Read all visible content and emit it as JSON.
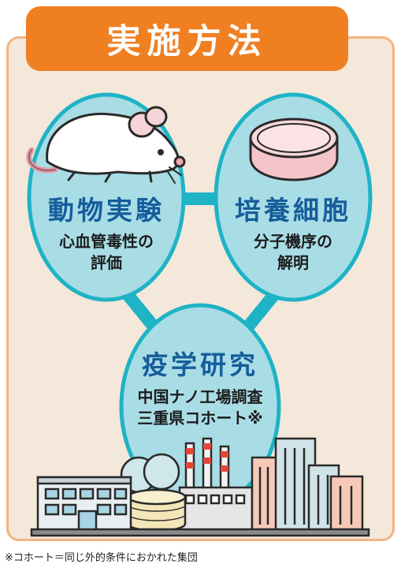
{
  "title": "実施方法",
  "nodes": {
    "animal": {
      "heading": "動物実験",
      "line1": "心血管毒性の",
      "line2": "評価"
    },
    "cell": {
      "heading": "培養細胞",
      "line1": "分子機序の",
      "line2": "解明"
    },
    "epi": {
      "heading": "疫学研究",
      "line1": "中国ナノ工場調査",
      "line2": "三重県コホート※"
    }
  },
  "footnote": "※コホート＝同じ外的条件におかれた集団",
  "colors": {
    "orange": "#f07f22",
    "teal": "#1fb3c6",
    "bubble": "#a9dde6",
    "heading": "#155d9b",
    "panel": "#f3e8da"
  },
  "icons": [
    "mouse-icon",
    "petri-dish-icon",
    "factory-skyline-icon"
  ]
}
